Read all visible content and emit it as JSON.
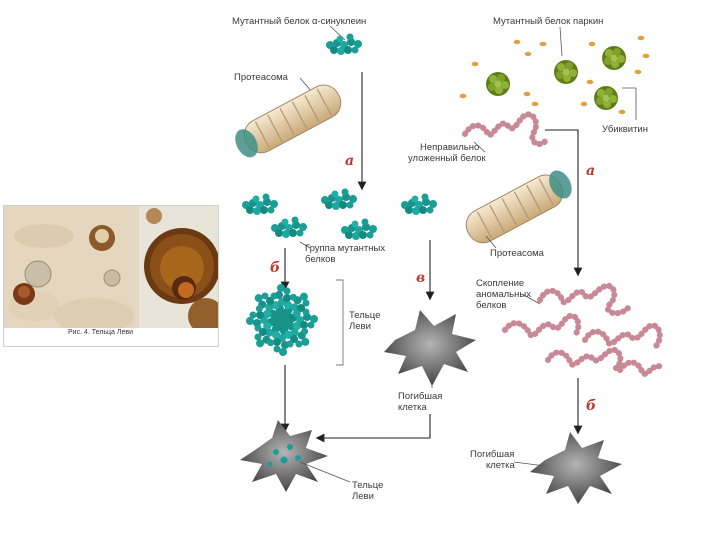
{
  "micro": {
    "caption": "Рис. 4. Тельца Леви"
  },
  "labels": {
    "alpha_syn": "Мутантный белок α-синуклеин",
    "proteasome_left": "Протеасома",
    "parkin": "Мутантный белок паркин",
    "ubiquitin": "Убиквитин",
    "misfold_1": "Неправильно",
    "misfold_2": "уложенный белок",
    "proteasome_right": "Протеасома",
    "group_1": "Группа мутантных",
    "group_2": "белков",
    "lewy_1": "Тельце",
    "lewy_2": "Леви",
    "accum_1": "Скопление",
    "accum_2": "аномальных",
    "accum_3": "белков",
    "dead_mid_1": "Погибшая",
    "dead_mid_2": "клетка",
    "dead_right_1": "Погибшая",
    "dead_right_2": "клетка",
    "lewy_bottom_1": "Тельце",
    "lewy_bottom_2": "Леви"
  },
  "steps": {
    "a_left": "а",
    "b_left": "б",
    "v_mid": "в",
    "a_right": "а",
    "b_right": "б"
  },
  "colors": {
    "teal": "#1a9e96",
    "pink": "#c98896",
    "green": "#6d8f1f",
    "orange": "#e0a040",
    "cell": "#6b6b6b",
    "step": "#c0392b"
  }
}
